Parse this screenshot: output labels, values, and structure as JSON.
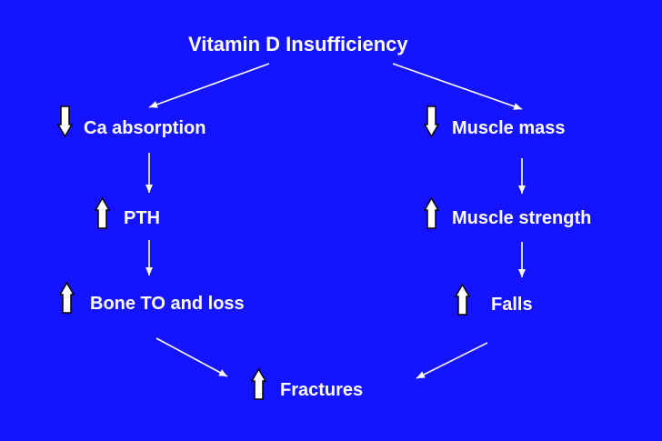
{
  "slide": {
    "background": "#1414ff",
    "text_color": "#ffffff"
  },
  "title": "Vitamin D  Insufficiency",
  "left_branch": {
    "ca_absorption": {
      "label": "Ca absorption",
      "direction": "down"
    },
    "pth": {
      "label": "PTH",
      "direction": "up"
    },
    "bone": {
      "label": "Bone TO and loss",
      "direction": "up"
    }
  },
  "right_branch": {
    "muscle_mass": {
      "label": "Muscle mass",
      "direction": "down"
    },
    "muscle_strength": {
      "label": "Muscle strength",
      "direction": "up"
    },
    "falls": {
      "label": "Falls",
      "direction": "up"
    }
  },
  "outcome": {
    "label": "Fractures",
    "direction": "up"
  }
}
